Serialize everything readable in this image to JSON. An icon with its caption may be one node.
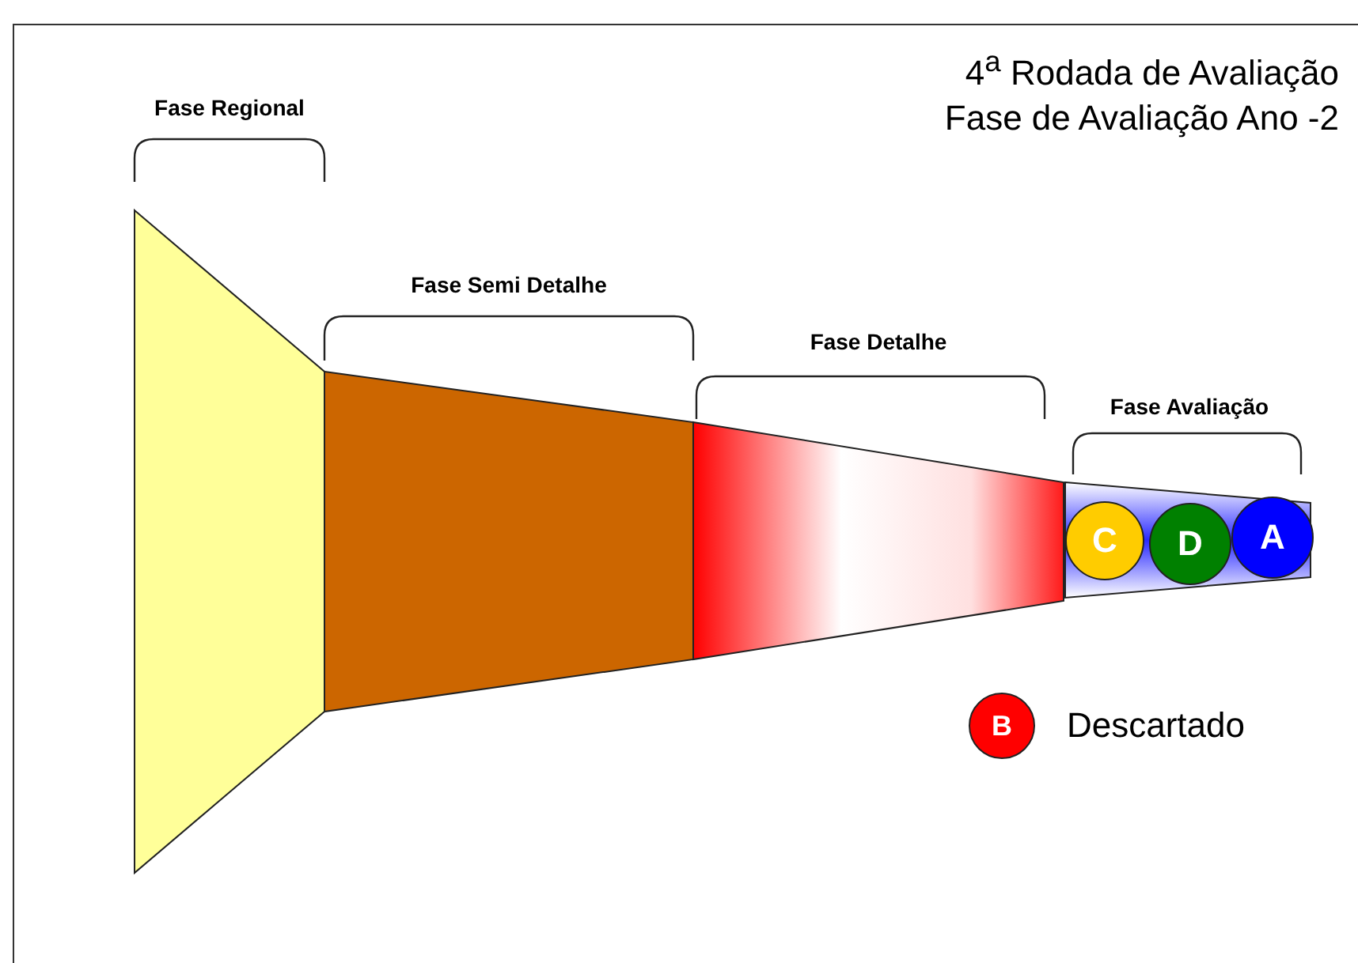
{
  "diagram": {
    "title": "4$^{a}$ Rodada de Avaliação",
    "labels": [
      "Fase de Avaliação Ano -2"
    ],
    "nodes": [
      {
        "text": [
          "Fase Regional"
        ]
      },
      {
        "text": [
          "Fase Semi Detalhe"
        ]
      },
      {
        "text": [
          "Fase Detalhe"
        ]
      },
      {
        "text": [
          "Fase Avaliação"
        ]
      },
      {
        "text": [
          "C"
        ],
        "in": 3
      },
      {
        "text": [
          "D"
        ],
        "in": 3
      },
      {
        "text": [
          "A"
        ],
        "in": 3
      },
      {
        "text": [
          "B"
        ],
        "beside": [
          "Descartado"
        ]
      }
    ]
  }
}
